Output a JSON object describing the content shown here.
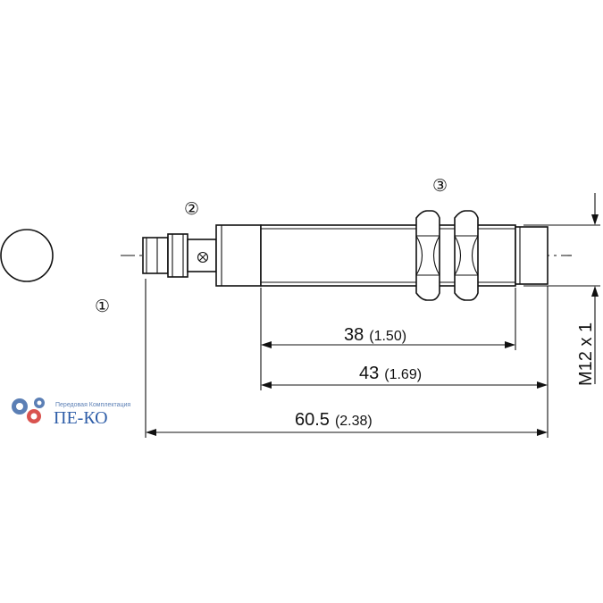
{
  "callouts": {
    "c1": "①",
    "c2": "②",
    "c3": "③"
  },
  "dimensions": {
    "d38": {
      "value": "38",
      "inch": "(1.50)"
    },
    "d43": {
      "value": "43",
      "inch": "(1.69)"
    },
    "d605": {
      "value": "60.5",
      "inch": "(2.38)"
    },
    "thread": "M12 x 1"
  },
  "logo": {
    "tagline": "Передовая Комплектация",
    "name": "ПЕ-КО"
  },
  "colors": {
    "line": "#111111",
    "logo_blue": "#2f5ea8",
    "logo_red": "#d9534f",
    "logo_gear": "#5b7fb5"
  }
}
